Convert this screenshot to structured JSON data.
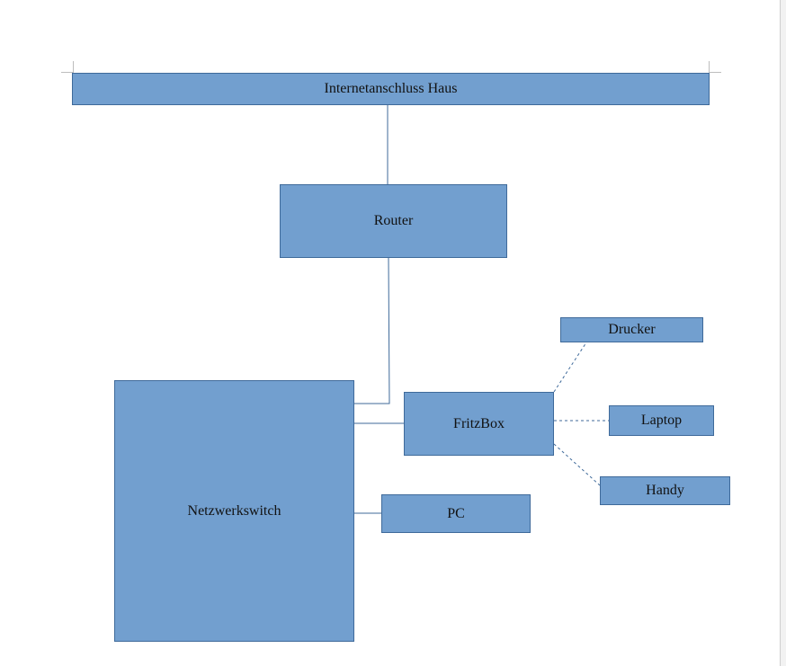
{
  "colors": {
    "box_fill": "#729fcf",
    "box_border": "#3f6a9a",
    "wire": "#3f6a9a"
  },
  "nodes": {
    "internet": "Internetanschluss Haus",
    "router": "Router",
    "switch": "Netzwerkswitch",
    "fritzbox": "FritzBox",
    "pc": "PC",
    "drucker": "Drucker",
    "laptop": "Laptop",
    "handy": "Handy"
  },
  "connections": [
    {
      "from": "internet",
      "to": "router",
      "style": "solid"
    },
    {
      "from": "router",
      "to": "switch",
      "style": "solid"
    },
    {
      "from": "switch",
      "to": "fritzbox",
      "style": "solid"
    },
    {
      "from": "switch",
      "to": "pc",
      "style": "solid"
    },
    {
      "from": "fritzbox",
      "to": "drucker",
      "style": "dashed"
    },
    {
      "from": "fritzbox",
      "to": "laptop",
      "style": "dashed"
    },
    {
      "from": "fritzbox",
      "to": "handy",
      "style": "dashed"
    }
  ]
}
